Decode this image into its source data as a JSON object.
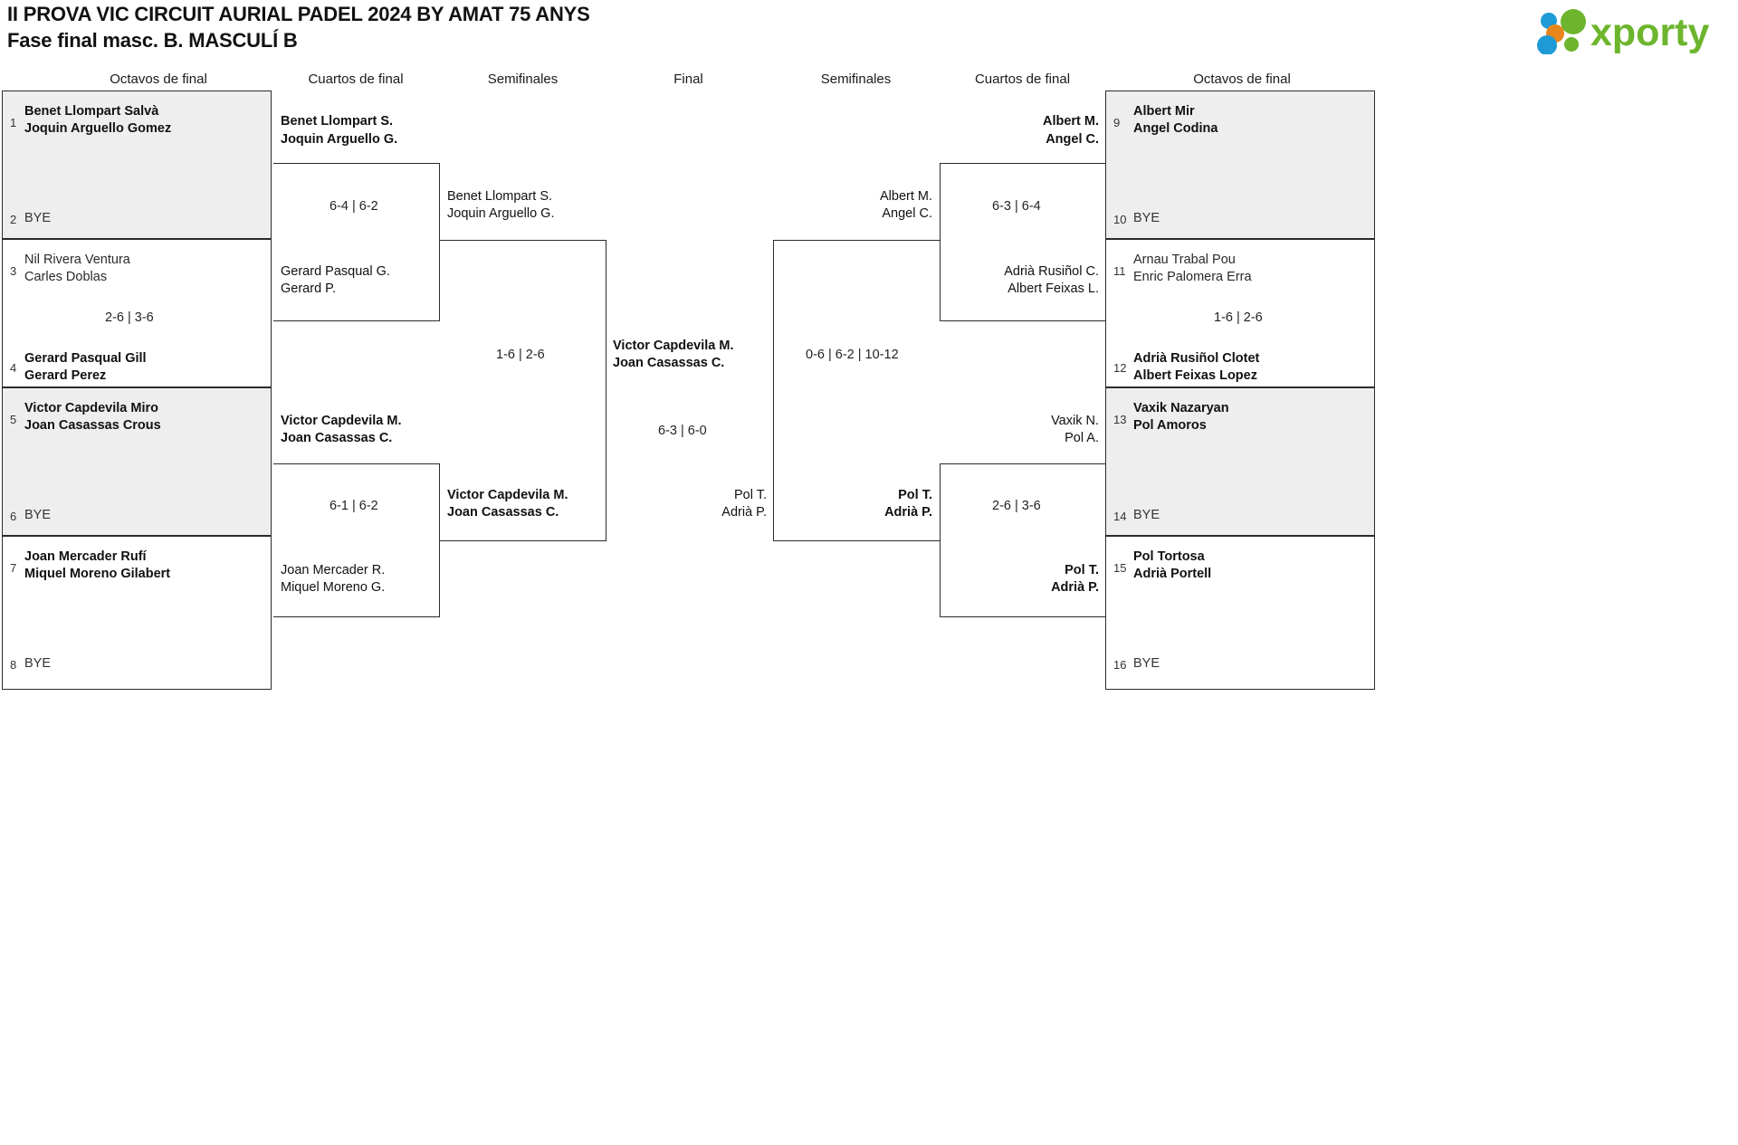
{
  "header": {
    "title_line1": "II PROVA VIC CIRCUIT AURIAL PADEL 2024 BY AMAT 75 ANYS",
    "title_line2": "Fase final masc. B. MASCULÍ B",
    "logo_text": "xporty",
    "logo_colors": {
      "green": "#6CB52D",
      "blue": "#1E9BD7",
      "orange": "#E8861B"
    }
  },
  "round_headers": {
    "left_r16": "Octavos de final",
    "left_qf": "Cuartos de final",
    "left_sf": "Semifinales",
    "final": "Final",
    "right_sf": "Semifinales",
    "right_qf": "Cuartos de final",
    "right_r16": "Octavos de final"
  },
  "bye_label": "BYE",
  "left_seeds": [
    {
      "num": "1",
      "line1": "Benet Llompart Salvà",
      "line2": "Joquin Arguello Gomez",
      "status": "win",
      "shaded": true,
      "bye": false
    },
    {
      "num": "2",
      "line1": "BYE",
      "line2": "",
      "status": "bye",
      "shaded": true,
      "bye": true
    },
    {
      "num": "3",
      "line1": "Nil Rivera Ventura",
      "line2": "Carles Doblas",
      "status": "lose",
      "shaded": false,
      "bye": false
    },
    {
      "num": "4",
      "line1": "Gerard Pasqual Gill",
      "line2": "Gerard Perez",
      "status": "win",
      "shaded": false,
      "bye": false
    },
    {
      "num": "5",
      "line1": "Victor Capdevila Miro",
      "line2": "Joan Casassas Crous",
      "status": "win",
      "shaded": true,
      "bye": false
    },
    {
      "num": "6",
      "line1": "BYE",
      "line2": "",
      "status": "bye",
      "shaded": true,
      "bye": true
    },
    {
      "num": "7",
      "line1": "Joan Mercader Rufí",
      "line2": "Miquel Moreno Gilabert",
      "status": "win",
      "shaded": false,
      "bye": false
    },
    {
      "num": "8",
      "line1": "BYE",
      "line2": "",
      "status": "bye",
      "shaded": false,
      "bye": true
    }
  ],
  "right_seeds": [
    {
      "num": "9",
      "line1": "Albert Mir",
      "line2": "Angel Codina",
      "status": "win",
      "shaded": true,
      "bye": false
    },
    {
      "num": "10",
      "line1": "BYE",
      "line2": "",
      "status": "bye",
      "shaded": true,
      "bye": true
    },
    {
      "num": "11",
      "line1": "Arnau Trabal Pou",
      "line2": "Enric Palomera Erra",
      "status": "lose",
      "shaded": false,
      "bye": false
    },
    {
      "num": "12",
      "line1": "Adrià Rusiñol Clotet",
      "line2": "Albert Feixas Lopez",
      "status": "win",
      "shaded": false,
      "bye": false
    },
    {
      "num": "13",
      "line1": "Vaxik Nazaryan",
      "line2": "Pol Amoros",
      "status": "win",
      "shaded": true,
      "bye": false
    },
    {
      "num": "14",
      "line1": "BYE",
      "line2": "",
      "status": "bye",
      "shaded": true,
      "bye": true
    },
    {
      "num": "15",
      "line1": "Pol Tortosa",
      "line2": "Adrià Portell",
      "status": "win",
      "shaded": false,
      "bye": false
    },
    {
      "num": "16",
      "line1": "BYE",
      "line2": "",
      "status": "bye",
      "shaded": false,
      "bye": true
    }
  ],
  "left_qf": {
    "m1": {
      "top_line1": "Benet Llompart S.",
      "top_line2": "Joquin Arguello G.",
      "top_status": "win",
      "bottom_line1": "Gerard Pasqual G.",
      "bottom_line2": "Gerard P.",
      "bottom_status": "lose",
      "score": "6-4 | 6-2"
    },
    "m2": {
      "top_line1": "Victor Capdevila M.",
      "top_line2": "Joan Casassas C.",
      "top_status": "win",
      "bottom_line1": "Joan Mercader R.",
      "bottom_line2": "Miquel Moreno G.",
      "bottom_status": "lose",
      "score": "6-1 | 6-2"
    }
  },
  "left_sf": {
    "top_line1": "Benet Llompart S.",
    "top_line2": "Joquin Arguello G.",
    "top_status": "lose",
    "bottom_line1": "Victor Capdevila M.",
    "bottom_line2": "Joan Casassas C.",
    "bottom_status": "win",
    "score": "1-6 | 2-6"
  },
  "final": {
    "champion_line1": "Victor Capdevila M.",
    "champion_line2": "Joan Casassas C.",
    "runnerup_line1": "Pol T.",
    "runnerup_line2": "Adrià P.",
    "score": "6-3 | 6-0"
  },
  "right_sf": {
    "top_line1": "Albert M.",
    "top_line2": "Angel C.",
    "top_status": "lose",
    "bottom_line1": "Pol T.",
    "bottom_line2": "Adrià P.",
    "bottom_status": "win",
    "score": "0-6 | 6-2 | 10-12"
  },
  "right_qf": {
    "m1": {
      "top_line1": "Albert M.",
      "top_line2": "Angel C.",
      "top_status": "win",
      "bottom_line1": "Adrià Rusiñol C.",
      "bottom_line2": "Albert Feixas L.",
      "bottom_status": "lose",
      "score": "6-3 | 6-4"
    },
    "m2": {
      "top_line1": "Vaxik N.",
      "top_line2": "Pol A.",
      "top_status": "lose",
      "bottom_line1": "Pol T.",
      "bottom_line2": "Adrià P.",
      "bottom_status": "win",
      "score": "2-6 | 3-6"
    }
  },
  "left_seed_scores": {
    "m12": "",
    "m34": "2-6 | 3-6",
    "m56": "",
    "m78": ""
  },
  "right_seed_scores": {
    "m910": "",
    "m1112": "1-6 | 2-6",
    "m1314": "",
    "m1516": ""
  }
}
